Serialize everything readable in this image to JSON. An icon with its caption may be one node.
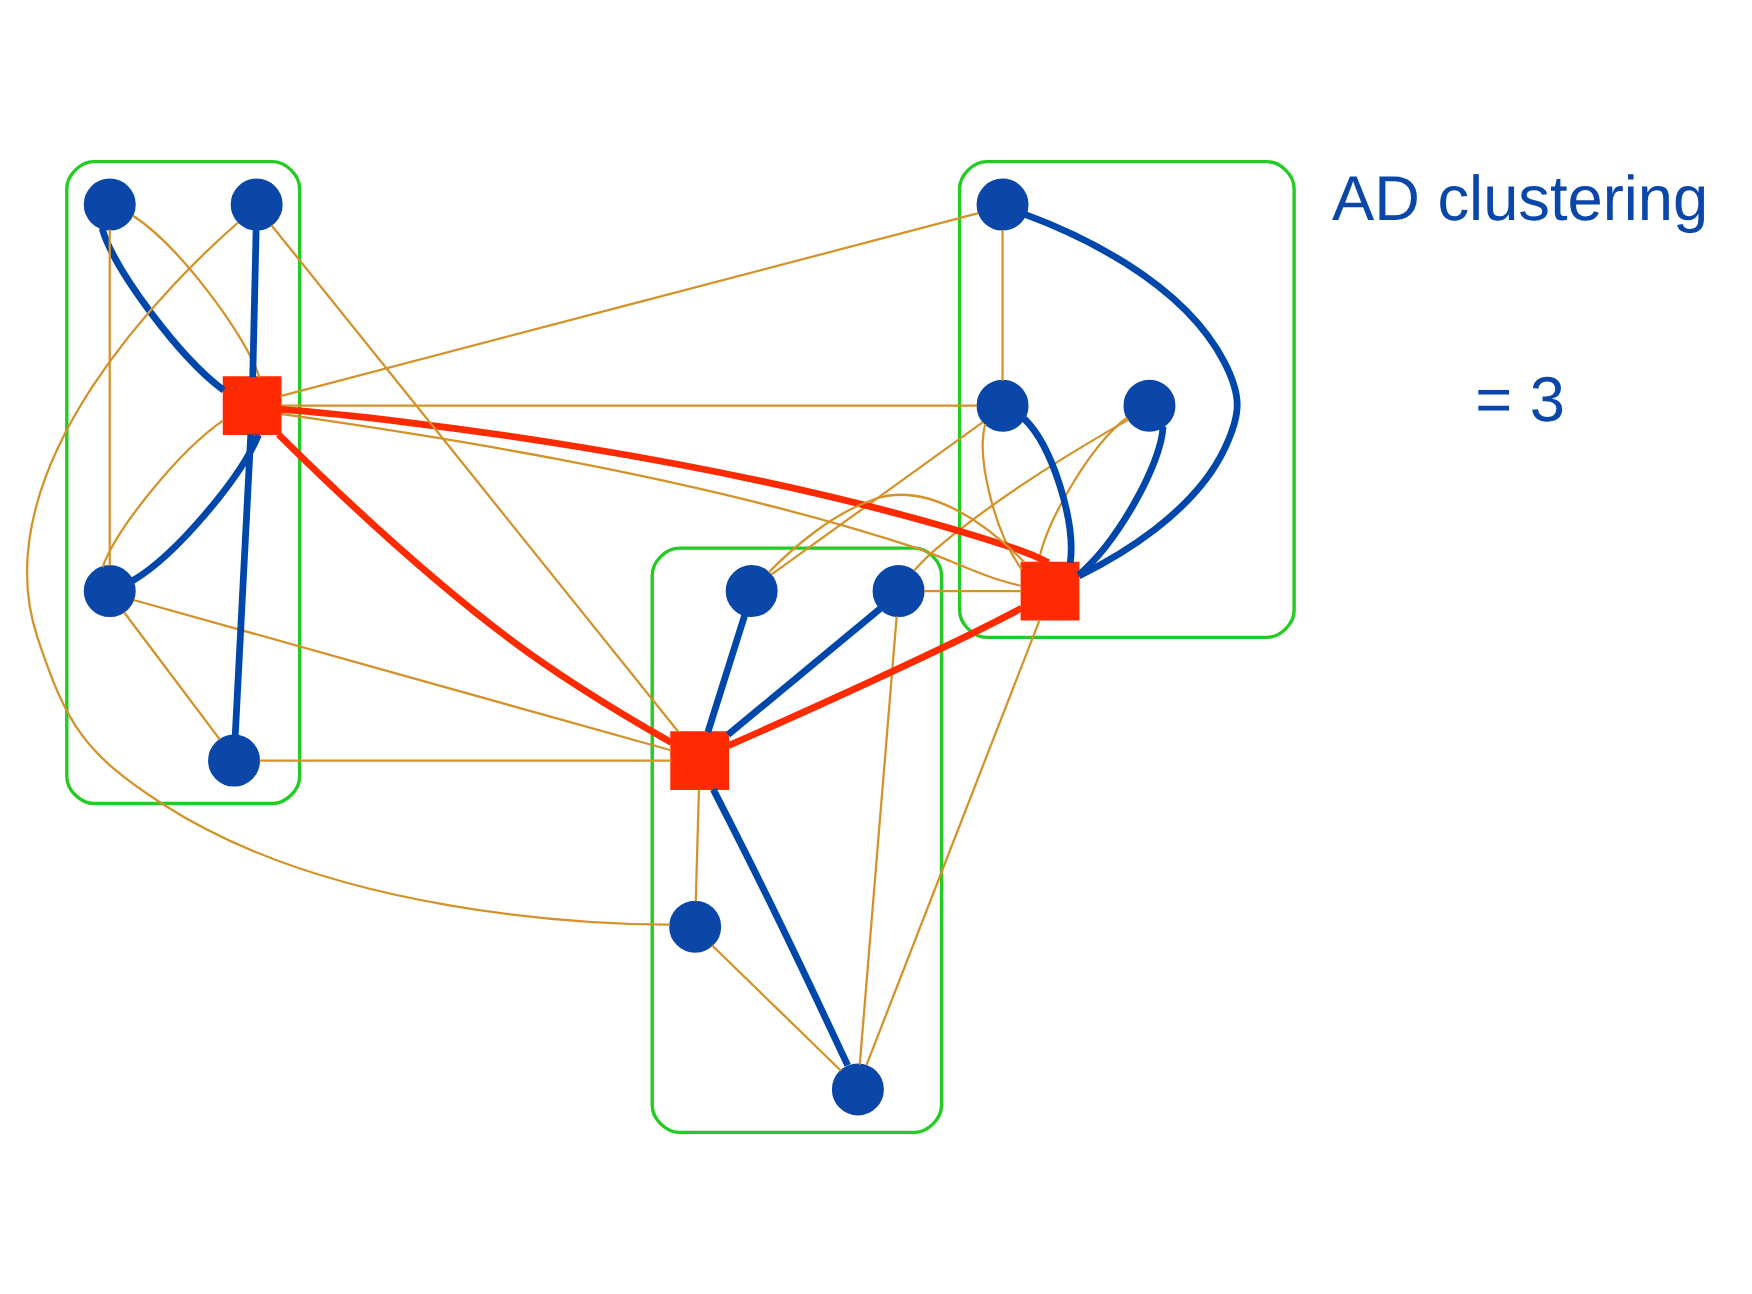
{
  "diagram": {
    "nodes": [
      {
        "text": [],
        "shape": "cloud"
      },
      {
        "text": [],
        "shape": "circle",
        "in": 0
      },
      {
        "text": [],
        "shape": "circle",
        "in": 0
      },
      {
        "text": [],
        "shape": "circle",
        "in": 0
      },
      {
        "text": [],
        "shape": "box",
        "in": 0
      },
      {
        "text": [],
        "shape": "cloud"
      },
      {
        "text": [],
        "shape": "circle",
        "in": 5
      },
      {
        "text": [],
        "shape": "box",
        "in": 5
      },
      {
        "text": [],
        "shape": "circle",
        "in": 5
      },
      {
        "text": [],
        "shape": "circle",
        "in": 5
      },
      {
        "text": [],
        "shape": "circle",
        "in": 5
      },
      {
        "text": [],
        "shape": "cloud"
      },
      {
        "text": [],
        "shape": "circle",
        "in": 11
      },
      {
        "text": [],
        "shape": "circle",
        "in": 11
      },
      {
        "text": [],
        "shape": "box",
        "in": 11
      },
      {
        "text": [],
        "shape": "circle",
        "in": 11
      },
      {
        "text": [],
        "shape": "circle",
        "in": 11
      }
    ],
    "edges": [
      {
        "from": 1,
        "to": 7,
        "arrow": "none"
      },
      {
        "from": 1,
        "to": 3,
        "arrow": "none"
      },
      {
        "from": 7,
        "to": 6,
        "arrow": "none"
      },
      {
        "from": 7,
        "to": 3,
        "arrow": "none"
      },
      {
        "from": 7,
        "to": 8,
        "arrow": "none"
      },
      {
        "from": 7,
        "to": 4,
        "arrow": "none"
      },
      {
        "from": 3,
        "to": 4,
        "arrow": "none"
      },
      {
        "from": 3,
        "to": 12,
        "arrow": "none"
      },
      {
        "from": 2,
        "to": 4,
        "arrow": "none"
      },
      {
        "from": 2,
        "to": 13,
        "arrow": "none"
      },
      {
        "from": 6,
        "to": 8,
        "arrow": "none"
      },
      {
        "from": 8,
        "to": 9,
        "arrow": "none"
      },
      {
        "from": 8,
        "to": 14,
        "arrow": "none"
      },
      {
        "from": 9,
        "to": 14,
        "arrow": "none"
      },
      {
        "from": 14,
        "to": 10,
        "arrow": "none"
      },
      {
        "from": 14,
        "to": 15,
        "arrow": "none"
      },
      {
        "from": 10,
        "to": 15,
        "arrow": "none"
      },
      {
        "from": 15,
        "to": 16,
        "arrow": "none"
      },
      {
        "from": 12,
        "to": 4,
        "arrow": "none"
      },
      {
        "from": 4,
        "to": 13,
        "arrow": "none"
      },
      {
        "from": 4,
        "to": 16,
        "arrow": "none"
      },
      {
        "from": 13,
        "to": 16,
        "arrow": "none"
      },
      {
        "from": 6,
        "to": 7,
        "arrow": "none",
        "style": "thick",
        "color": "#0047ab"
      },
      {
        "from": 8,
        "to": 7,
        "arrow": "none",
        "style": "thick",
        "color": "#0047ab"
      },
      {
        "from": 9,
        "to": 7,
        "arrow": "none",
        "style": "thick",
        "color": "#0047ab"
      },
      {
        "from": 10,
        "to": 7,
        "arrow": "none",
        "style": "thick",
        "color": "#0047ab"
      },
      {
        "from": 1,
        "to": 4,
        "arrow": "none",
        "style": "thick",
        "color": "#0047ab"
      },
      {
        "from": 3,
        "to": 4,
        "arrow": "none",
        "style": "thick",
        "color": "#0047ab"
      },
      {
        "from": 2,
        "to": 4,
        "arrow": "none",
        "style": "thick",
        "color": "#0047ab"
      },
      {
        "from": 12,
        "to": 14,
        "arrow": "none",
        "style": "thick",
        "color": "#0047ab"
      },
      {
        "from": 13,
        "to": 14,
        "arrow": "none",
        "style": "thick",
        "color": "#0047ab"
      },
      {
        "from": 16,
        "to": 14,
        "arrow": "none",
        "style": "thick",
        "color": "#0047ab"
      },
      {
        "from": 7,
        "to": 14,
        "arrow": "none",
        "style": "thick",
        "color": "#ff2a00"
      },
      {
        "from": 7,
        "to": 4,
        "arrow": "none",
        "style": "thick",
        "color": "#ff2a00"
      },
      {
        "from": 14,
        "to": 4,
        "arrow": "none",
        "style": "thick",
        "color": "#ff2a00"
      }
    ],
    "labels": [
      "AD clustering",
      "= 3"
    ]
  }
}
